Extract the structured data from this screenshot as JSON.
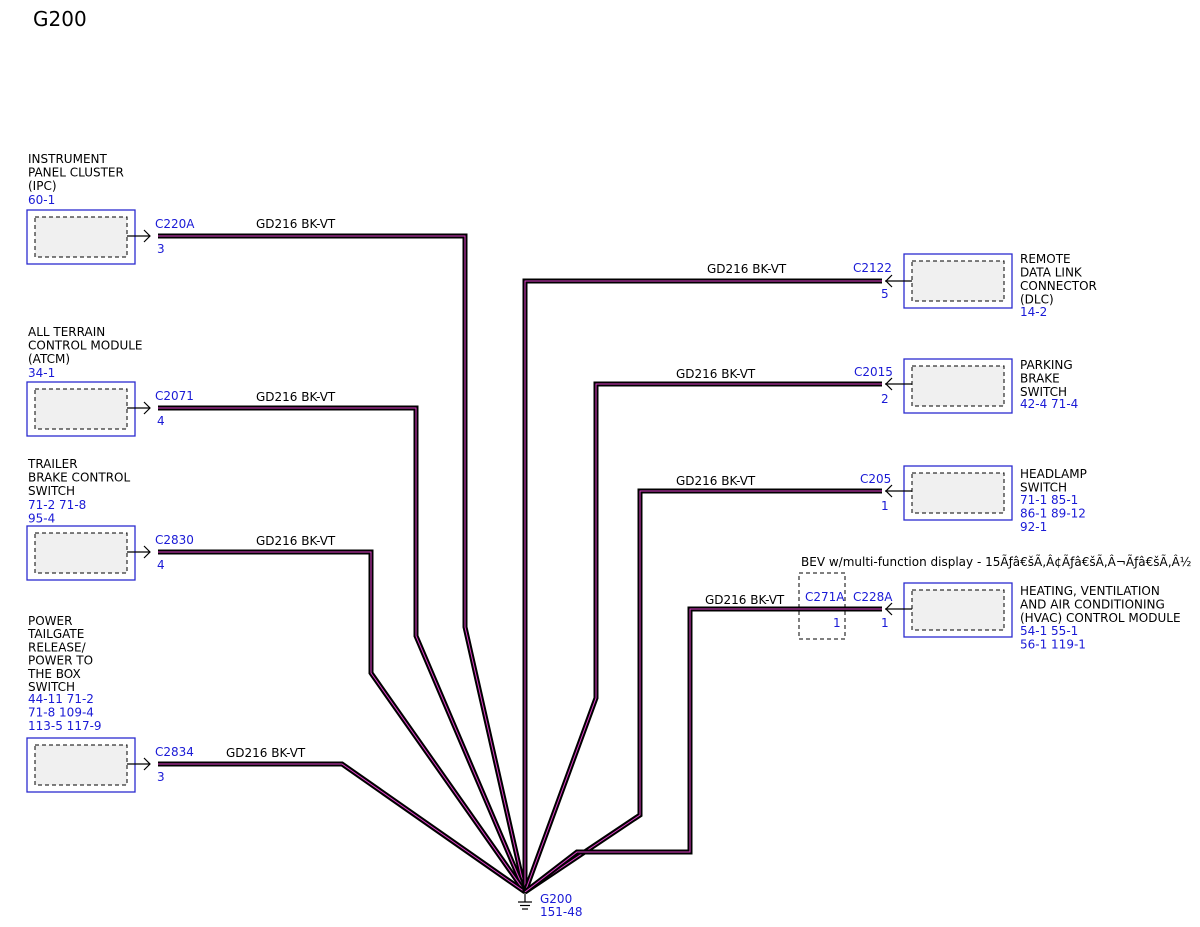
{
  "title": "G200",
  "colors": {
    "wire_outer": "#000000",
    "wire_inner": "#e040c8",
    "box_border": "#2b2bd0",
    "ref_text": "#1a1ad6"
  },
  "components": {
    "ipc": {
      "name_lines": [
        "INSTRUMENT",
        "PANEL CLUSTER",
        "(IPC)"
      ],
      "refs": [
        "60-1"
      ],
      "connector": "C220A",
      "pin": "3",
      "wire": "GD216  BK-VT"
    },
    "atcm": {
      "name_lines": [
        "ALL TERRAIN",
        "CONTROL MODULE",
        "(ATCM)"
      ],
      "refs": [
        "34-1"
      ],
      "connector": "C2071",
      "pin": "4",
      "wire": "GD216  BK-VT"
    },
    "trailer": {
      "name_lines": [
        "TRAILER",
        "BRAKE CONTROL",
        "SWITCH"
      ],
      "refs": [
        "71-2   71-8",
        "95-4"
      ],
      "connector": "C2830",
      "pin": "4",
      "wire": "GD216  BK-VT"
    },
    "tailgate": {
      "name_lines": [
        "POWER",
        "TAILGATE",
        "RELEASE/",
        "POWER TO",
        "THE BOX",
        "SWITCH"
      ],
      "refs": [
        "44-11 71-2",
        "71-8   109-4",
        "113-5 117-9"
      ],
      "connector": "C2834",
      "pin": "3",
      "wire": "GD216  BK-VT"
    },
    "dlc": {
      "name_lines": [
        "REMOTE",
        "DATA LINK",
        "CONNECTOR",
        "(DLC)"
      ],
      "refs": [
        "14-2"
      ],
      "connector": "C2122",
      "pin": "5",
      "wire": "GD216  BK-VT"
    },
    "parking": {
      "name_lines": [
        "PARKING",
        "BRAKE",
        "SWITCH"
      ],
      "refs": [
        "42-4   71-4"
      ],
      "connector": "C2015",
      "pin": "2",
      "wire": "GD216  BK-VT"
    },
    "headlamp": {
      "name_lines": [
        "HEADLAMP",
        "SWITCH"
      ],
      "refs": [
        "71-1   85-1",
        "86-1   89-12",
        "92-1"
      ],
      "connector": "C205",
      "pin": "1",
      "wire": "GD216  BK-VT"
    },
    "hvac": {
      "name_lines": [
        "HEATING, VENTILATION",
        "AND AIR CONDITIONING",
        "(HVAC) CONTROL MODULE"
      ],
      "refs": [
        "54-1   55-1",
        "56-1   119-1"
      ],
      "connector": "C228A",
      "pin": "1",
      "wire": "GD216  BK-VT"
    }
  },
  "inline_connector": {
    "label": "C271A",
    "pin": "1",
    "note": "BEV w/multi-function display - 15Ãƒâ€šÃ‚Â¢Ãƒâ€šÃ‚Â¬Ãƒâ€šÃ‚Â½"
  },
  "ground": {
    "label": "G200",
    "ref": "151-48"
  }
}
